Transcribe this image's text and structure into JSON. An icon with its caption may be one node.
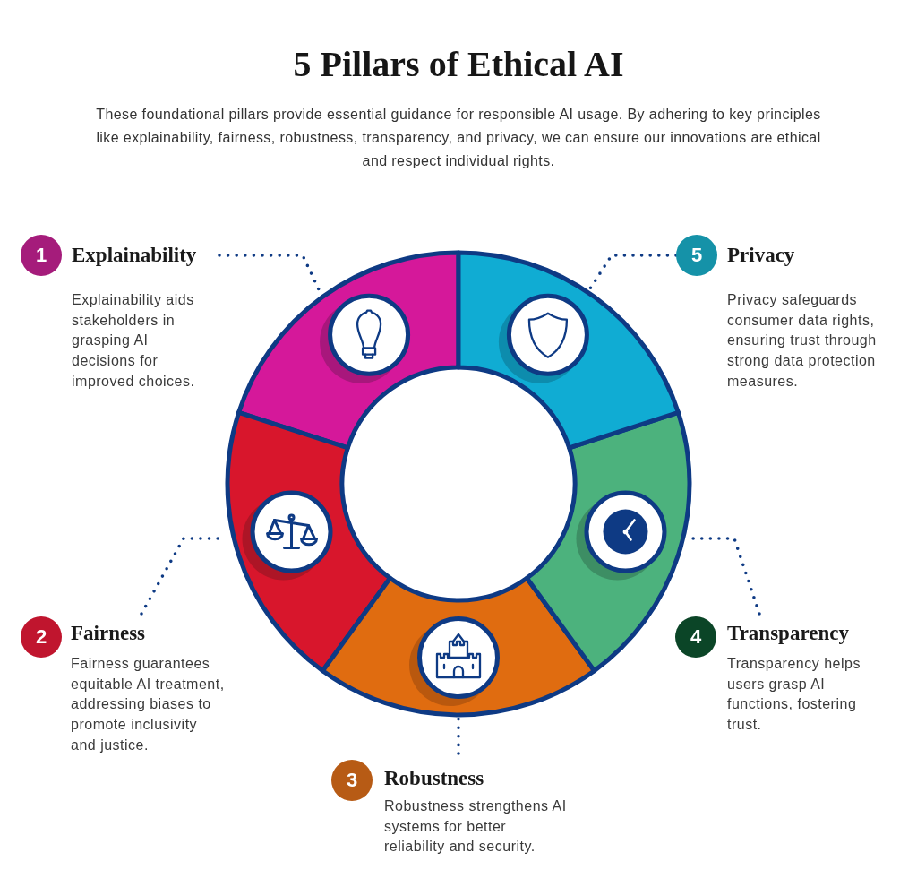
{
  "diagram": {
    "title": "5 Pillars of Ethical AI",
    "nodes": [
      {
        "text": [
          "1"
        ]
      },
      {
        "text": [
          "Explainability",
          "Explainability aids stakeholders in grasping AI decisions for improved choices."
        ]
      },
      {
        "text": [
          "2"
        ]
      },
      {
        "text": [
          "Fairness",
          "Fairness guarantees equitable AI treatment, addressing biases to promote inclusivity and justice."
        ]
      },
      {
        "text": [
          "3"
        ]
      },
      {
        "text": [
          "Robustness",
          "Robustness strengthens AI systems for better reliability and security."
        ]
      },
      {
        "text": [
          "4"
        ]
      },
      {
        "text": [
          "Transparency",
          "Transparency helps users grasp AI functions, fostering trust."
        ]
      },
      {
        "text": [
          "5"
        ]
      },
      {
        "text": [
          "Privacy",
          "Privacy safeguards consumer data rights, ensuring trust through strong data protection measures."
        ]
      },
      {
        "text": [],
        "shape": "segment"
      },
      {
        "text": [],
        "shape": "segment"
      },
      {
        "text": [],
        "shape": "segment"
      },
      {
        "text": [],
        "shape": "segment"
      },
      {
        "text": [],
        "shape": "segment"
      }
    ],
    "edges": [
      {
        "from": 1,
        "to": 10,
        "arrow": "none",
        "style": "dashed"
      },
      {
        "from": 3,
        "to": 11,
        "arrow": "none",
        "style": "dashed"
      },
      {
        "from": 5,
        "to": 12,
        "arrow": "none",
        "style": "dashed"
      },
      {
        "from": 7,
        "to": 13,
        "arrow": "none",
        "style": "dashed"
      },
      {
        "from": 8,
        "to": 14,
        "arrow": "none",
        "style": "dashed"
      }
    ],
    "labels": [
      "These foundational pillars provide essential guidance for responsible AI usage. By adhering to key principles like explainability, fairness, robustness, transparency, and privacy, we can ensure our innovations are ethical and respect individual rights."
    ]
  }
}
